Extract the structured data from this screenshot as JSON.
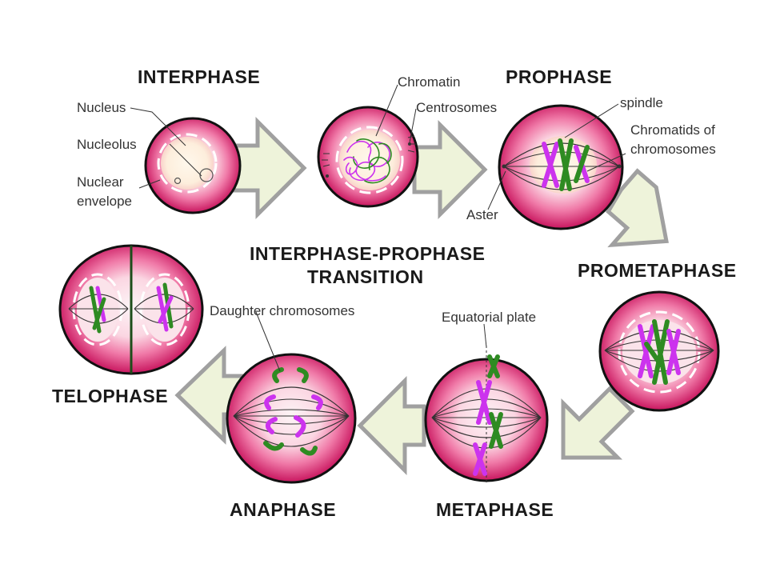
{
  "stages": {
    "interphase": "INTERPHASE",
    "interphase_prophase_line1": "INTERPHASE-PROPHASE",
    "interphase_prophase_line2": "TRANSITION",
    "prophase": "PROPHASE",
    "prometaphase": "PROMETAPHASE",
    "metaphase": "METAPHASE",
    "anaphase": "ANAPHASE",
    "telophase": "TELOPHASE"
  },
  "labels": {
    "nucleus": "Nucleus",
    "nucleolus": "Nucleolus",
    "nuclear_envelope_1": "Nuclear",
    "nuclear_envelope_2": "envelope",
    "chromatin": "Chromatin",
    "centrosomes": "Centrosomes",
    "spindle": "spindle",
    "chromatids_1": "Chromatids of",
    "chromatids_2": "chromosomes",
    "aster": "Aster",
    "equatorial_plate": "Equatorial plate",
    "daughter_chromosomes": "Daughter chromosomes"
  },
  "colors": {
    "cell_outer": "#d81b6a",
    "cell_mid": "#f06a9e",
    "cell_inner": "#fde2ea",
    "nucleus": "#fdf1e0",
    "chromosome_magenta": "#cc33ee",
    "chromosome_green": "#2e8b22",
    "arrow_fill": "#eef3da",
    "arrow_stroke": "#a0a0a0"
  }
}
